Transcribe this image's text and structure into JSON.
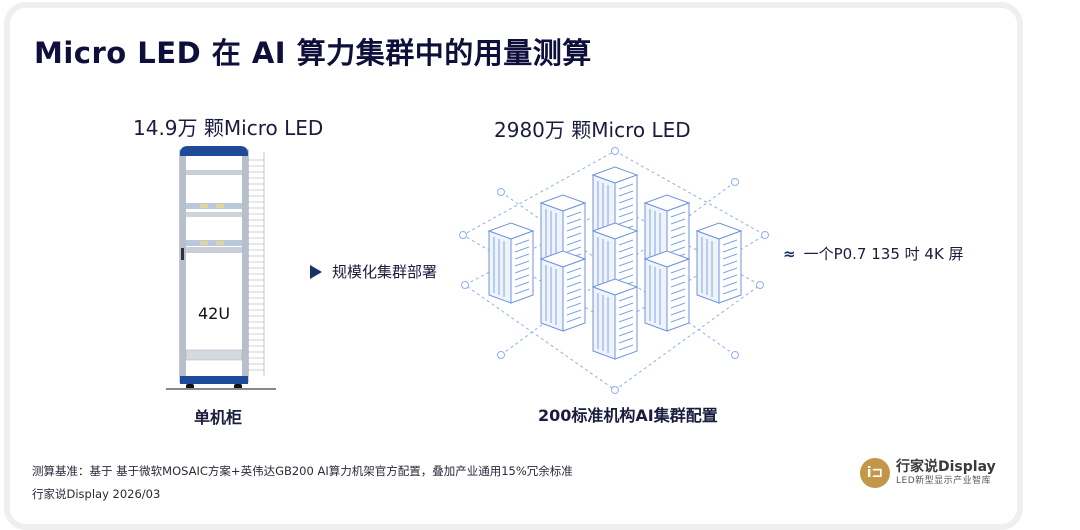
{
  "slide": {
    "title": "Micro LED 在 AI 算力集群中的用量测算",
    "left": {
      "count": "14.9万 颗Micro LED",
      "rack_label": "42U",
      "caption": "单机柜"
    },
    "middle": {
      "arrow_label": "规模化集群部署"
    },
    "right": {
      "count": "2980万 颗Micro LED",
      "caption": "200标准机构AI集群配置"
    },
    "equivalent": {
      "symbol": "≈",
      "text": "一个P0.7 135 吋 4K 屏"
    },
    "footer": {
      "basis": "测算基准：基于 基于微软MOSAIC方案+英伟达GB200 AI算力机架官方配置，叠加产业通用15%冗余标准",
      "source": "行家说Display 2026/03"
    },
    "logo": {
      "mark": "i⊐",
      "name": "行家说Display",
      "tagline": "LED新型显示产业智库"
    }
  },
  "colors": {
    "title": "#0e0f3a",
    "rack_blue": "#1d4a9a",
    "cluster_line": "#7fa6e6",
    "logo_gold": "#c2974a"
  }
}
